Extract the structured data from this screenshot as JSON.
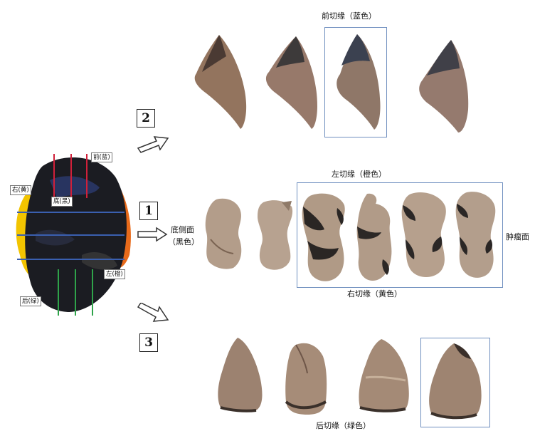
{
  "figure": {
    "specimen_tags": {
      "front": "前(蓝)",
      "right": "右(黄)",
      "bottom": "底(黑)",
      "left": "左(橙)",
      "back": "后(绿)"
    },
    "steps": [
      "2",
      "1",
      "3"
    ],
    "labels": {
      "front_margin": "前切缘（蓝色）",
      "left_margin": "左切缘（橙色）",
      "right_margin": "右切缘（黄色）",
      "bottom_side_line1": "底侧面",
      "bottom_side_line2": "（黑色）",
      "tumor_side": "肿瘤面",
      "back_margin": "后切缘（绿色）"
    },
    "ink_colors": {
      "blue": "#3a5fb0",
      "yellow": "#f2c400",
      "black": "#111111",
      "orange": "#e86a1a",
      "green": "#2fa34a",
      "red": "#d0203a"
    }
  }
}
